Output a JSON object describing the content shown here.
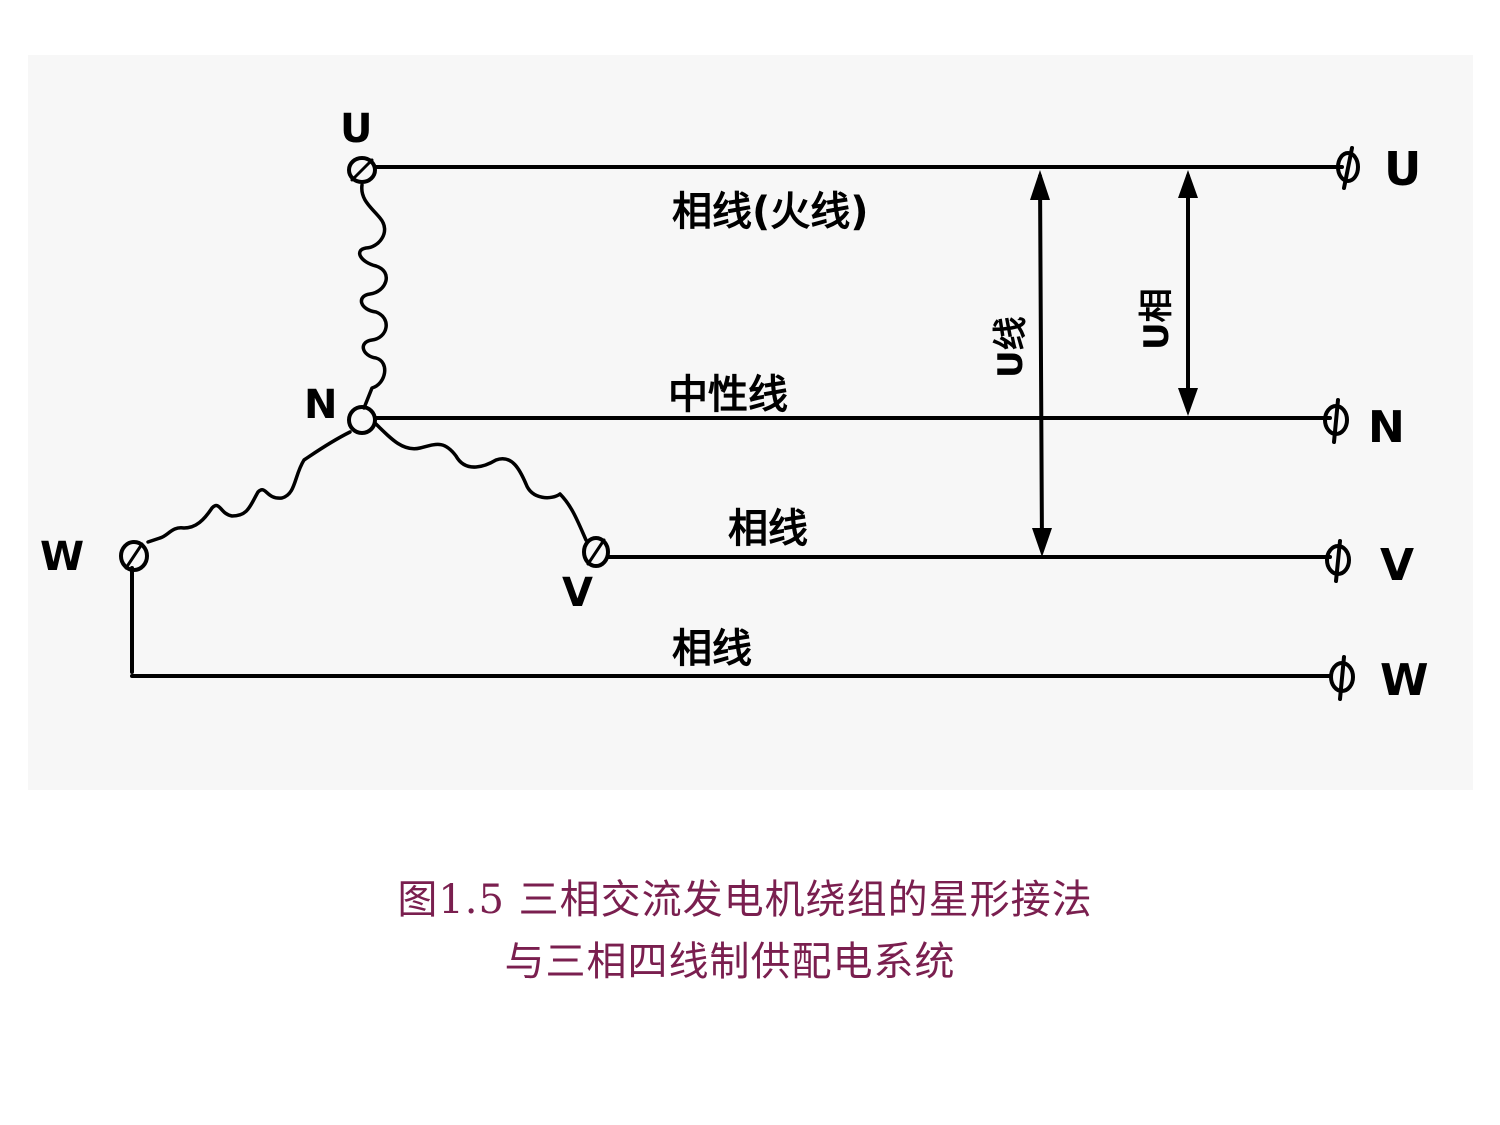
{
  "nodes": {
    "U_top": "U",
    "N_center": "N",
    "V_winding": "V",
    "W_winding": "W"
  },
  "terminals": {
    "U": "U",
    "N": "N",
    "V": "V",
    "W": "W"
  },
  "wire_labels": {
    "u_line": "相线(火线)",
    "neutral": "中性线",
    "v_line": "相线",
    "w_line": "相线"
  },
  "voltage_labels": {
    "line_voltage": "U线",
    "phase_voltage": "U相"
  },
  "caption": {
    "line1": "图1.5  三相交流发电机绕组的星形接法",
    "line2": "与三相四线制供配电系统"
  },
  "colors": {
    "ink": "#000000",
    "caption": "#7a1f4f",
    "panel": "#f7f7f7"
  }
}
